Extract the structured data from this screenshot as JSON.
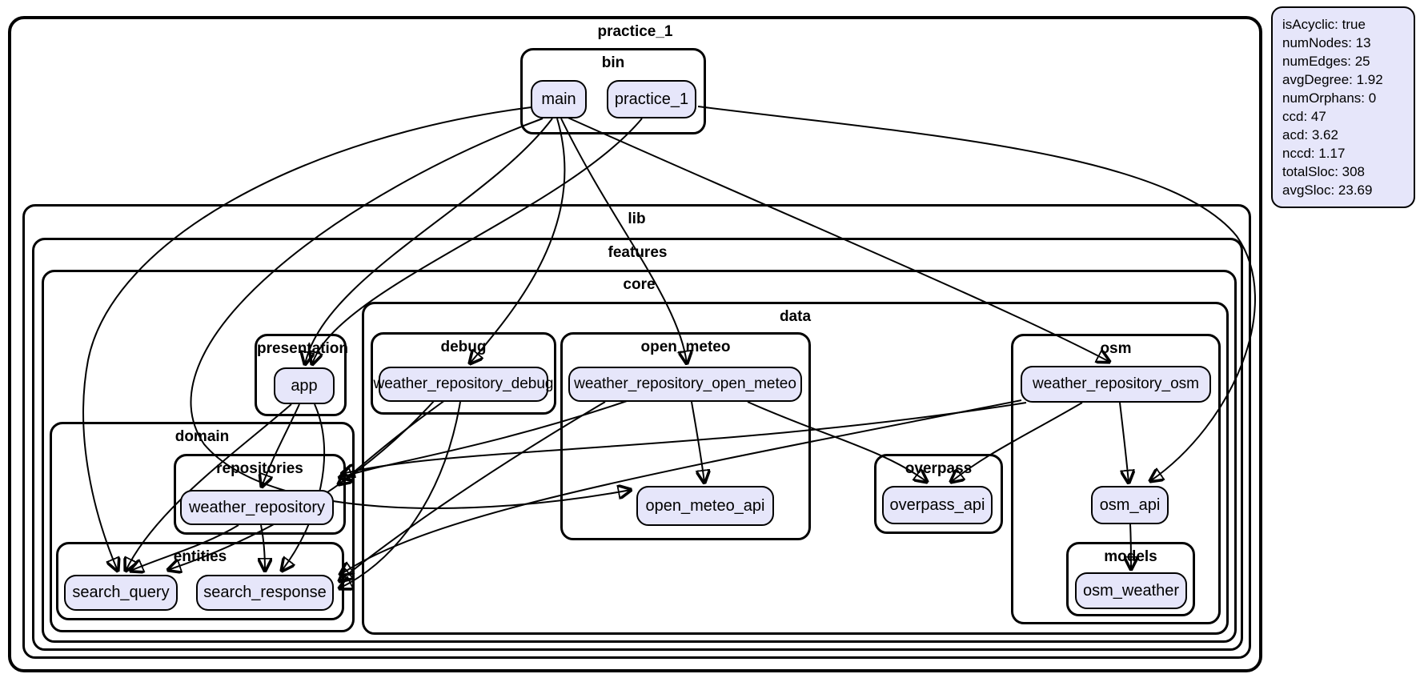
{
  "title": "practice_1 dependency graph",
  "colors": {
    "node_fill": "#E6E6FA",
    "edge": "#000000",
    "border": "#000000",
    "background": "#FFFFFF"
  },
  "diagram": {
    "clusters": {
      "practice_1": {
        "label": "practice_1"
      },
      "bin": {
        "label": "bin"
      },
      "lib": {
        "label": "lib"
      },
      "features": {
        "label": "features"
      },
      "core": {
        "label": "core"
      },
      "presentation": {
        "label": "presentation"
      },
      "data": {
        "label": "data"
      },
      "debug": {
        "label": "debug"
      },
      "open_meteo": {
        "label": "open_meteo"
      },
      "overpass": {
        "label": "overpass"
      },
      "osm": {
        "label": "osm"
      },
      "models": {
        "label": "models"
      },
      "domain": {
        "label": "domain"
      },
      "repositories": {
        "label": "repositories"
      },
      "entities": {
        "label": "entities"
      }
    },
    "nodes": {
      "main": {
        "label": "main"
      },
      "practice_1_bin": {
        "label": "practice_1"
      },
      "app": {
        "label": "app"
      },
      "weather_repository_debug": {
        "label": "weather_repository_debug"
      },
      "weather_repository_open_meteo": {
        "label": "weather_repository_open_meteo"
      },
      "weather_repository_osm": {
        "label": "weather_repository_osm"
      },
      "weather_repository": {
        "label": "weather_repository"
      },
      "open_meteo_api": {
        "label": "open_meteo_api"
      },
      "overpass_api": {
        "label": "overpass_api"
      },
      "osm_api": {
        "label": "osm_api"
      },
      "search_query": {
        "label": "search_query"
      },
      "search_response": {
        "label": "search_response"
      },
      "osm_weather": {
        "label": "osm_weather"
      }
    },
    "edges": [
      {
        "from": "main",
        "to": "app"
      },
      {
        "from": "main",
        "to": "weather_repository_debug"
      },
      {
        "from": "main",
        "to": "weather_repository_open_meteo"
      },
      {
        "from": "main",
        "to": "weather_repository_osm"
      },
      {
        "from": "main",
        "to": "search_query"
      },
      {
        "from": "main",
        "to": "open_meteo_api"
      },
      {
        "from": "practice_1_bin",
        "to": "app"
      },
      {
        "from": "practice_1_bin",
        "to": "osm_api"
      },
      {
        "from": "app",
        "to": "weather_repository"
      },
      {
        "from": "app",
        "to": "search_query"
      },
      {
        "from": "app",
        "to": "search_response"
      },
      {
        "from": "weather_repository",
        "to": "search_query"
      },
      {
        "from": "weather_repository",
        "to": "search_response"
      },
      {
        "from": "weather_repository_debug",
        "to": "weather_repository"
      },
      {
        "from": "weather_repository_debug",
        "to": "search_query"
      },
      {
        "from": "weather_repository_debug",
        "to": "search_response"
      },
      {
        "from": "weather_repository_open_meteo",
        "to": "weather_repository"
      },
      {
        "from": "weather_repository_open_meteo",
        "to": "open_meteo_api"
      },
      {
        "from": "weather_repository_open_meteo",
        "to": "overpass_api"
      },
      {
        "from": "weather_repository_open_meteo",
        "to": "search_response"
      },
      {
        "from": "weather_repository_osm",
        "to": "weather_repository"
      },
      {
        "from": "weather_repository_osm",
        "to": "osm_api"
      },
      {
        "from": "weather_repository_osm",
        "to": "overpass_api"
      },
      {
        "from": "weather_repository_osm",
        "to": "search_response"
      },
      {
        "from": "osm_api",
        "to": "osm_weather"
      }
    ]
  },
  "stats": {
    "items": [
      {
        "label": "isAcyclic",
        "value": "true"
      },
      {
        "label": "numNodes",
        "value": "13"
      },
      {
        "label": "numEdges",
        "value": "25"
      },
      {
        "label": "avgDegree",
        "value": "1.92"
      },
      {
        "label": "numOrphans",
        "value": "0"
      },
      {
        "label": "ccd",
        "value": "47"
      },
      {
        "label": "acd",
        "value": "3.62"
      },
      {
        "label": "nccd",
        "value": "1.17"
      },
      {
        "label": "totalSloc",
        "value": "308"
      },
      {
        "label": "avgSloc",
        "value": "23.69"
      }
    ]
  }
}
